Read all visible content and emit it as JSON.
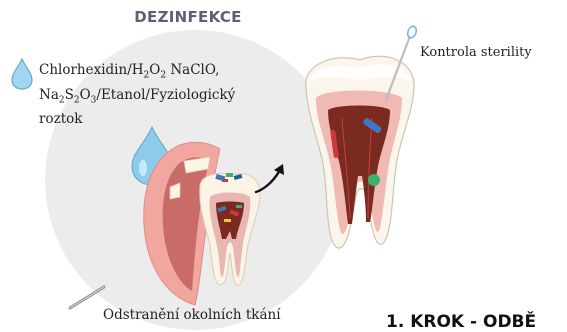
{
  "title": "DEZINFEKCE",
  "solutions": {
    "chlorhexidin": "Chlorhexidin/H",
    "h2o2_sub_h": "2",
    "o": "O",
    "h2o2_sub_o": "2",
    "naclo": " NaClO,",
    "na": "Na",
    "na_sub": "2",
    "s": "S",
    "s_sub": "2",
    "o2": "O",
    "o2_sub": "3",
    "rest_line2": "/Etanol/Fyziologický",
    "line3": "roztok"
  },
  "sterility_label": "Kontrola sterility",
  "removal_label": "Odstranění okolních tkání",
  "step_title": "1. KROK - ODBĚ",
  "colors": {
    "title": "#5d5f79",
    "circle": "#ececec",
    "drop": "#8ecbea",
    "gum": "#f2a6a0",
    "pulp": "#7a2a1f"
  },
  "icons": [
    "water-drop-icon",
    "swab-icon",
    "arrow-icon",
    "probe-icon"
  ]
}
